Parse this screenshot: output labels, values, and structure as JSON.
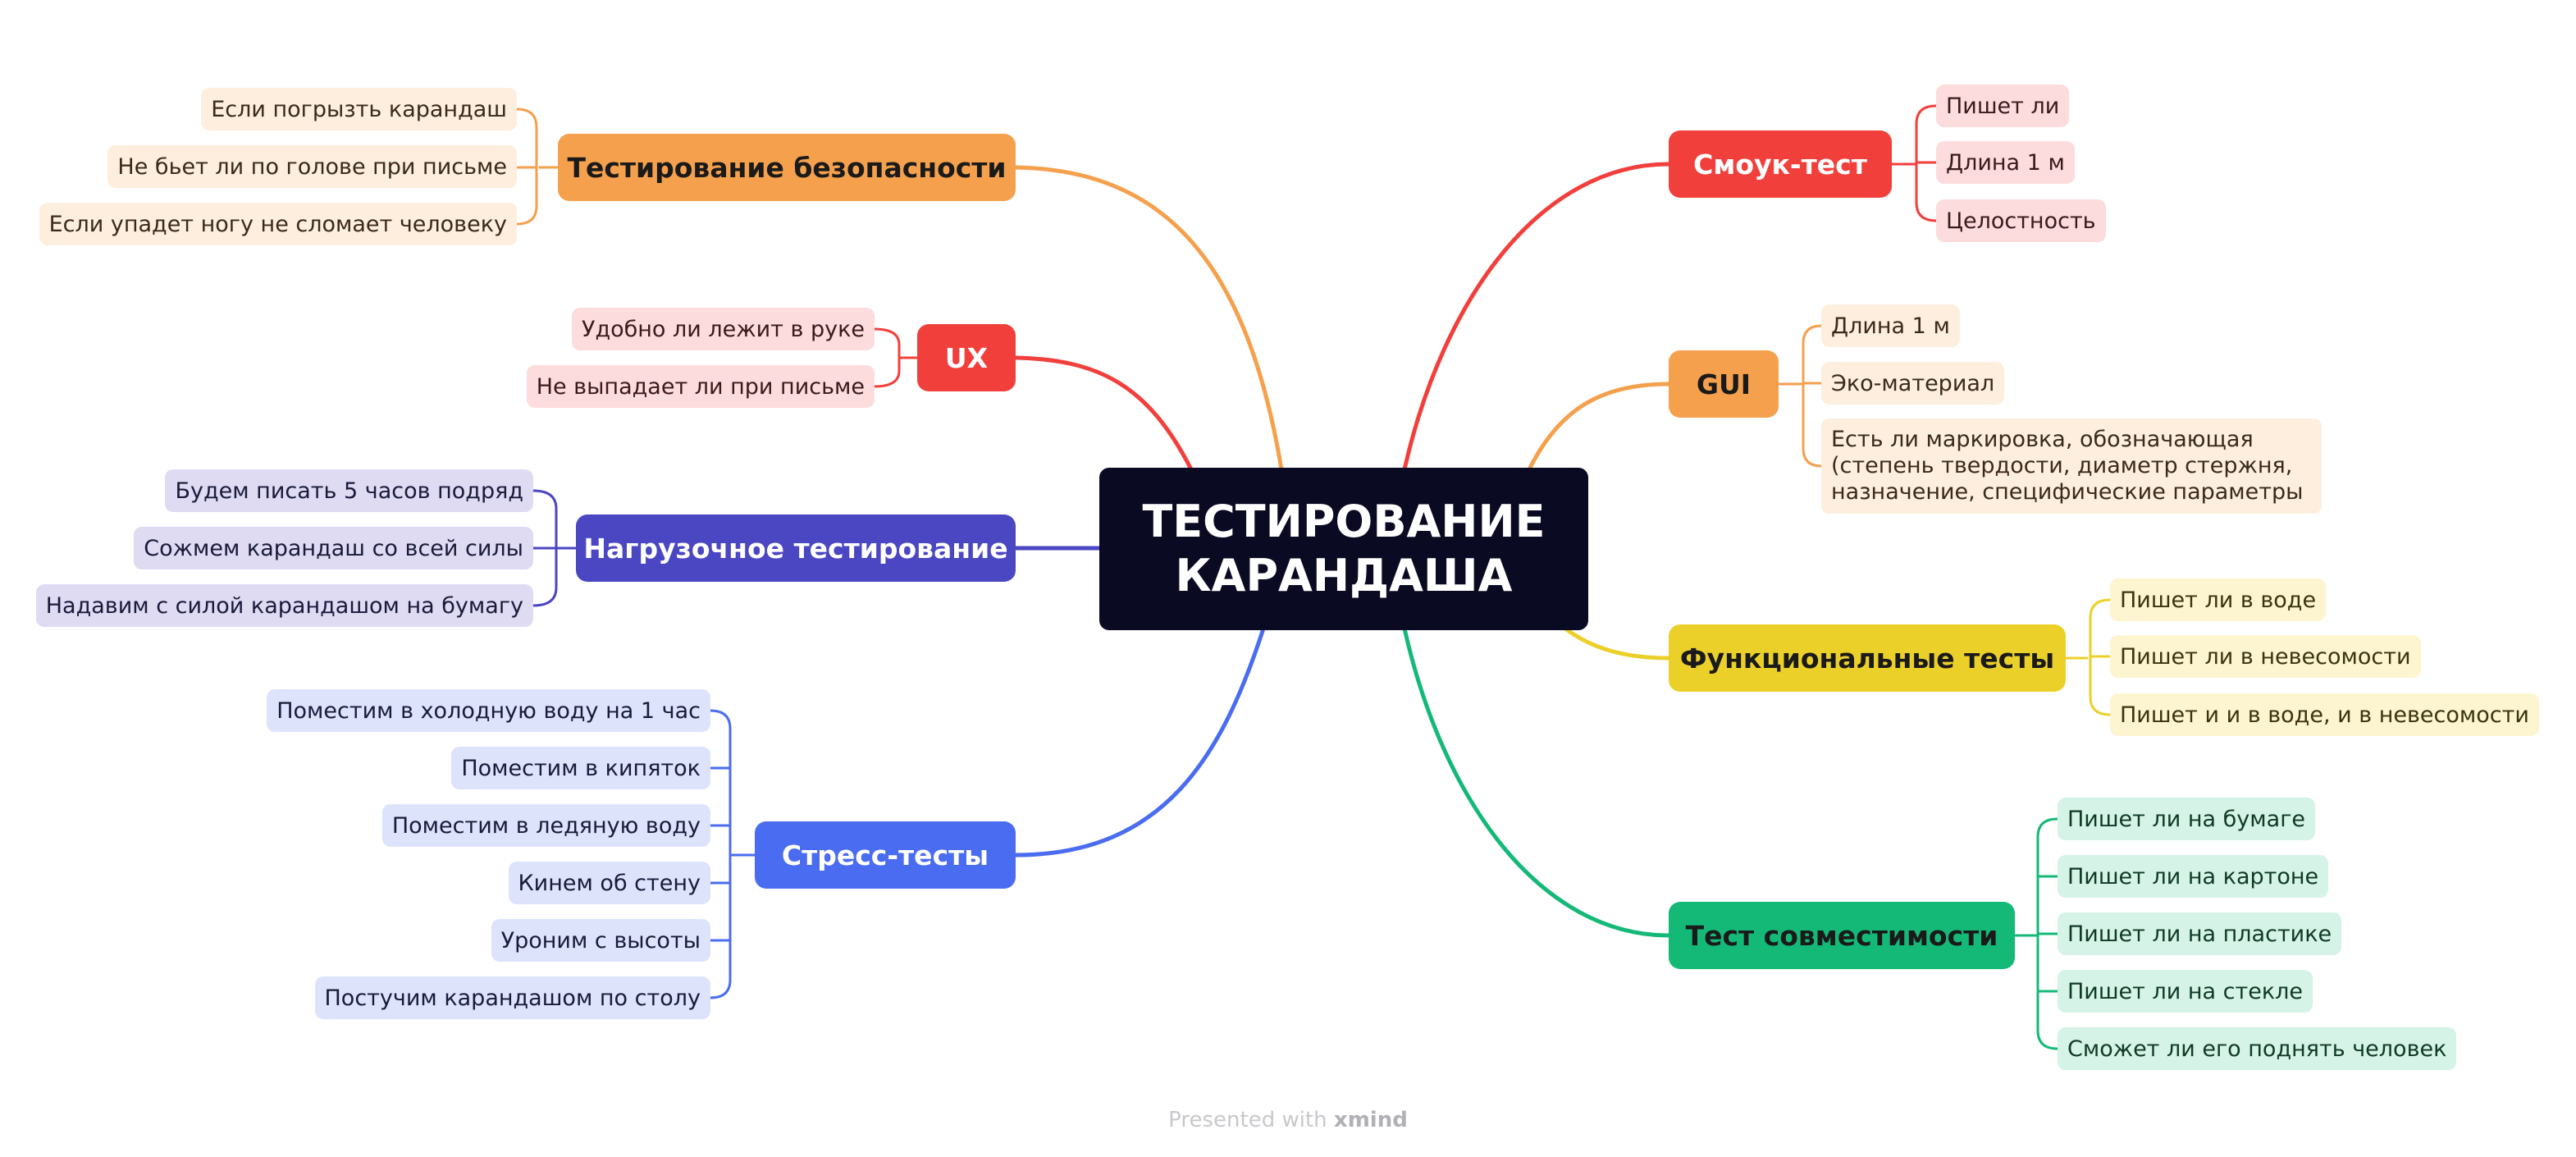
{
  "central": {
    "line1": "ТЕСТИРОВАНИЕ",
    "line2": "КАРАНДАША"
  },
  "topics": {
    "security": {
      "label": "Тестирование безопасности",
      "color": "#f5a04d",
      "children": [
        "Если погрызть карандаш",
        "Не бьет ли по голове при письме",
        "Если упадет ногу не сломает человеку"
      ]
    },
    "ux": {
      "label": "UX",
      "color": "#f1403c",
      "children": [
        "Удобно ли лежит в руке",
        "Не выпадает ли при письме"
      ]
    },
    "load": {
      "label": "Нагрузочное тестирование",
      "color": "#4b46c2",
      "children": [
        "Будем писать 5 часов подряд",
        "Сожмем карандаш со всей силы",
        "Надавим с силой карандашом на бумагу"
      ]
    },
    "stress": {
      "label": "Стресс-тесты",
      "color": "#4a6cf0",
      "children": [
        "Поместим в холодную воду на 1 час",
        "Поместим в кипяток",
        "Поместим в ледяную воду",
        "Кинем об стену",
        "Уроним с высоты",
        "Постучим карандашом по столу"
      ]
    },
    "smoke": {
      "label": "Смоук-тест",
      "color": "#f1403c",
      "children": [
        "Пишет ли",
        "Длина 1 м",
        "Целостность"
      ]
    },
    "gui": {
      "label": "GUI",
      "color": "#f5a04d",
      "children": [
        "Длина 1 м",
        "Эко-материал",
        "Есть ли маркировка, обозначающая (степень твердости, диаметр стержня, назначение, специфические параметры"
      ]
    },
    "functional": {
      "label": "Функциональные тесты",
      "color": "#ecd02a",
      "children": [
        "Пишет ли в воде",
        "Пишет ли в невесомости",
        "Пишет и и в воде, и в невесомости"
      ]
    },
    "compat": {
      "label": "Тест совместимости",
      "color": "#14b978",
      "children": [
        "Пишет ли на бумаге",
        "Пишет ли на картоне",
        "Пишет ли на пластике",
        "Пишет ли на стекле",
        "Сможет ли его поднять человек"
      ]
    }
  },
  "footer": {
    "text": "Presented with",
    "brand": "xmind"
  }
}
